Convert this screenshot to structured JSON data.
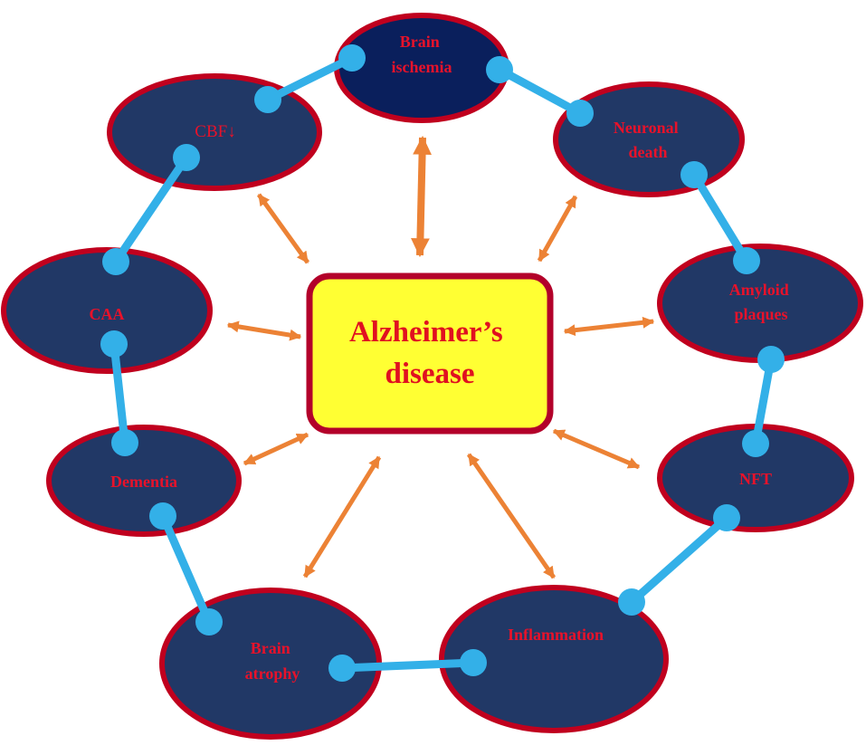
{
  "colors": {
    "node_fill": "#213866",
    "node_fill_top": "#0a1f5c",
    "node_stroke": "#c0001e",
    "label": "#e8122a",
    "link": "#33b0e8",
    "arrow": "#ec8235",
    "center_fill": "#ffff33",
    "center_stroke": "#b3002a",
    "center_text": "#e01020"
  },
  "center": {
    "line1": "Alzheimer’s",
    "line2": "disease"
  },
  "nodes": {
    "brain_ischemia": {
      "line1": "Brain",
      "line2": "ischemia"
    },
    "cbf": {
      "line1": "CBF↓"
    },
    "neuronal_death": {
      "line1": "Neuronal",
      "line2": "death"
    },
    "caa": {
      "line1": "CAA"
    },
    "amyloid_plaques": {
      "line1": "Amyloid",
      "line2": "plaques"
    },
    "dementia": {
      "line1": "Dementia"
    },
    "nft": {
      "line1": "NFT"
    },
    "brain_atrophy": {
      "line1": "Brain",
      "line2": "atrophy"
    },
    "inflammation": {
      "line1": "Inflammation"
    }
  }
}
